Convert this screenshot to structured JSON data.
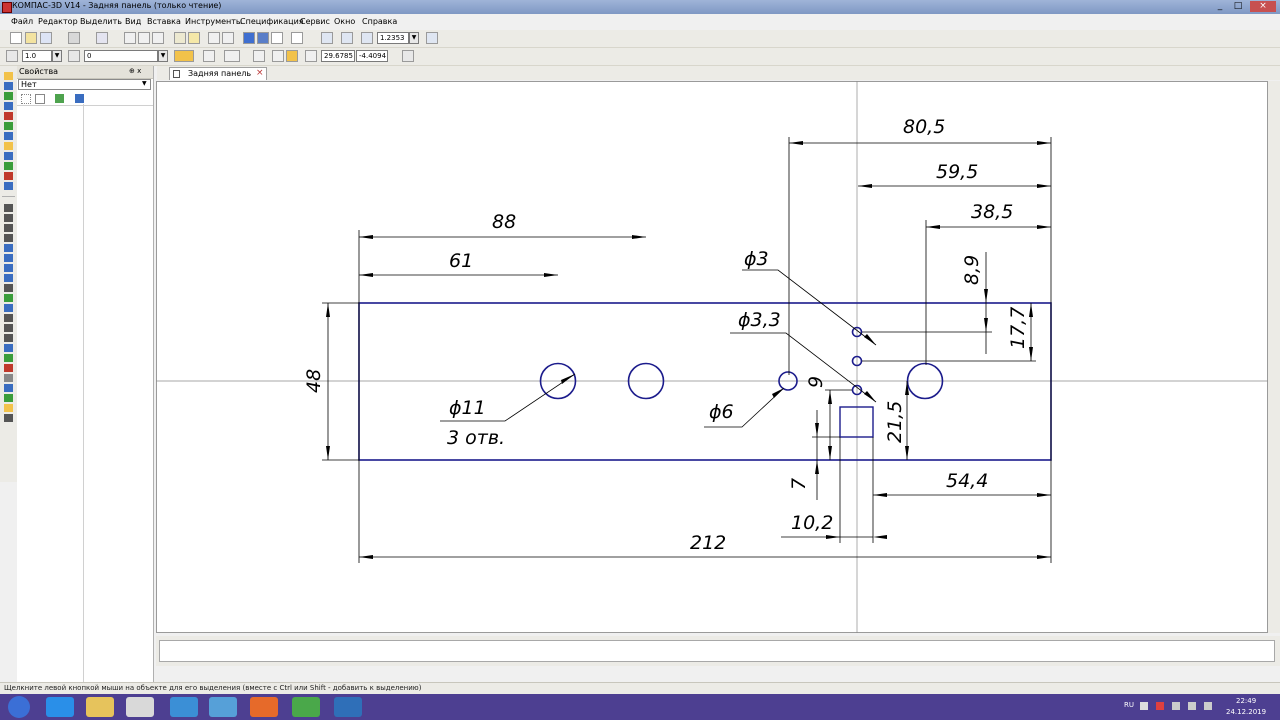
{
  "window": {
    "title": "КОМПАС-3D V14 - Задняя панель (только чтение)",
    "controls": [
      "_",
      "□",
      "×"
    ]
  },
  "menu": [
    "Файл",
    "Редактор",
    "Выделить",
    "Вид",
    "Вставка",
    "Инструменты",
    "Спецификация",
    "Сервис",
    "Окно",
    "Справка"
  ],
  "toolbar": {
    "zoom_value": "1.2353",
    "scale_value": "1.0",
    "layer_value": "0",
    "coord_x": "29.6785",
    "coord_y": "-4.4094"
  },
  "properties": {
    "title": "Свойства",
    "pin": "⊕ x",
    "selector": "Нет"
  },
  "document": {
    "tab_label": "Задняя панель",
    "tab_close": "×"
  },
  "drawing": {
    "dimensions": {
      "d_80_5": "80,5",
      "d_59_5": "59,5",
      "d_38_5": "38,5",
      "d_88": "88",
      "d_61": "61",
      "d_8_9": "8,9",
      "d_17_7": "17,7",
      "d_48": "48",
      "d_9": "9",
      "d_21_5": "21,5",
      "d_54_4": "54,4",
      "d_7": "7",
      "d_10_2": "10,2",
      "d_212": "212"
    },
    "callouts": {
      "phi3": "ϕ3",
      "phi3_3": "ϕ3,3",
      "phi6": "ϕ6",
      "phi11": "ϕ11",
      "holes3": "3 отв."
    },
    "colors": {
      "outline": "#1c1c8c",
      "dimension": "#000000",
      "axis": "#8a8a8a"
    }
  },
  "status": {
    "hint": "Щелкните левой кнопкой мыши на объекте для его выделения (вместе с Ctrl или Shift - добавить к выделению)"
  },
  "taskbar": {
    "lang": "RU",
    "time": "22:49",
    "date": "24.12.2019"
  }
}
